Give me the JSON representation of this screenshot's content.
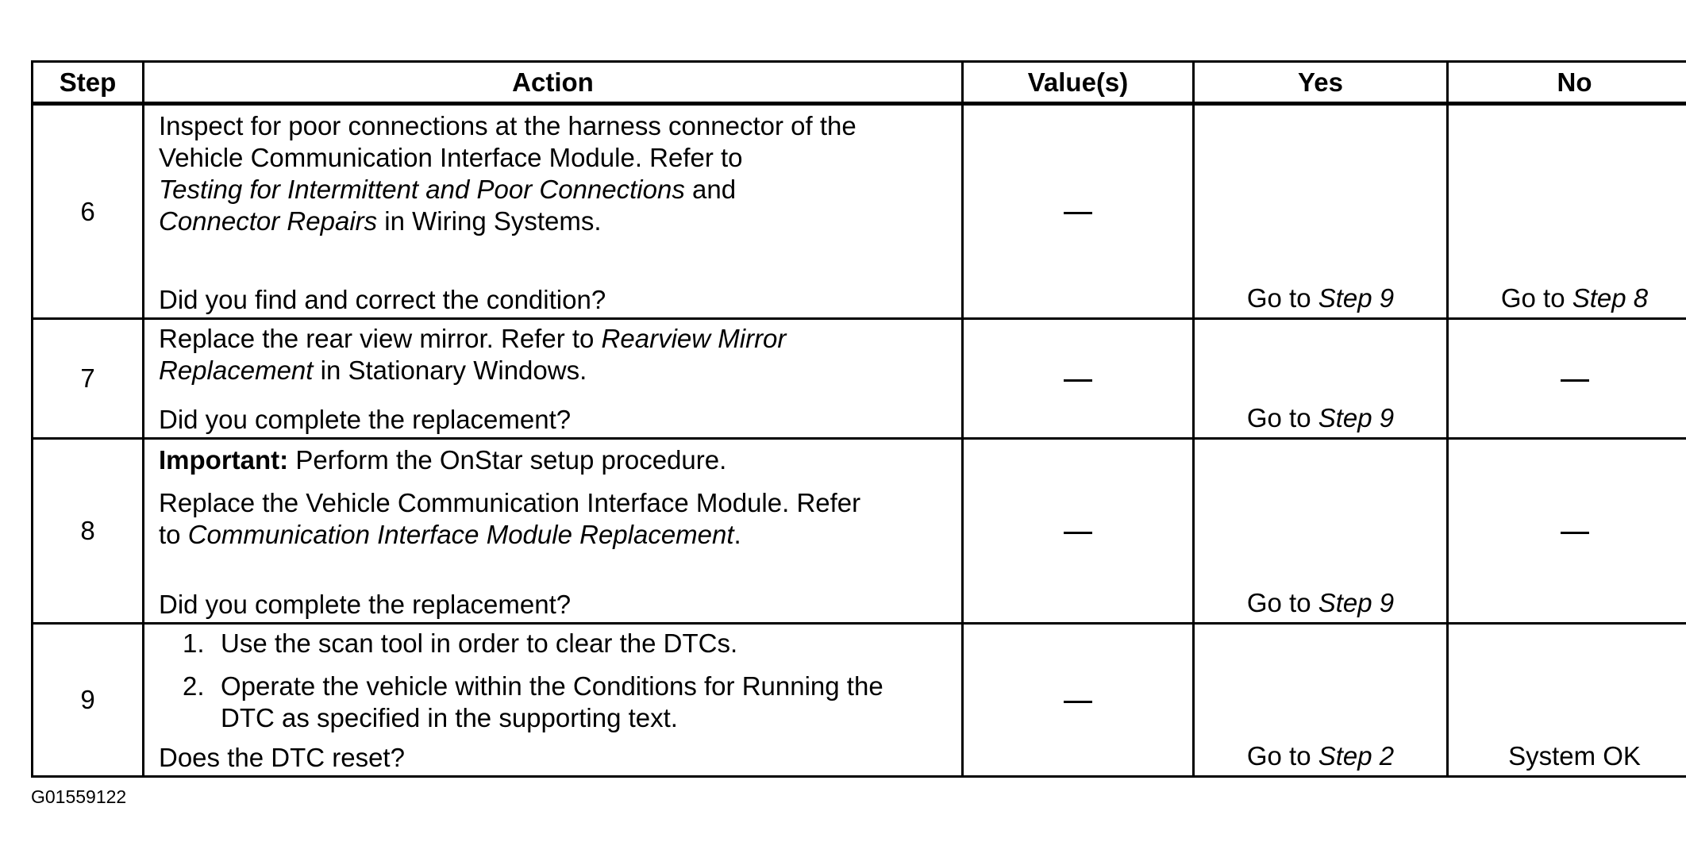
{
  "table": {
    "headers": {
      "step": "Step",
      "action": "Action",
      "values": "Value(s)",
      "yes": "Yes",
      "no": "No"
    },
    "rows": [
      {
        "step": "6",
        "action": {
          "p1_a": "Inspect for poor connections at the harness connector of the Vehicle Communication Interface Module. Refer to",
          "p1_b_italic": "Testing for Intermittent and Poor Connections",
          "p1_c": " and",
          "p1_d_italic": "Connector Repairs",
          "p1_e": " in Wiring Systems.",
          "question": "Did you find and correct the condition?"
        },
        "value": "—",
        "yes_prefix": "Go to ",
        "yes_ref": "Step 9",
        "no_prefix": "Go to ",
        "no_ref": "Step 8"
      },
      {
        "step": "7",
        "action": {
          "p1_a": "Replace the rear view mirror. Refer to ",
          "p1_b_italic": "Rearview Mirror Replacement",
          "p1_c": " in Stationary Windows.",
          "question": "Did you complete the replacement?"
        },
        "value": "—",
        "yes_prefix": "Go to ",
        "yes_ref": "Step 9",
        "no": "—"
      },
      {
        "step": "8",
        "action": {
          "important_label": "Important:",
          "important_text": " Perform the OnStar setup procedure.",
          "p1_a": "Replace the Vehicle Communication Interface Module. Refer to ",
          "p1_b_italic": "Communication Interface Module Replacement",
          "p1_c": ".",
          "question": "Did you complete the replacement?"
        },
        "value": "—",
        "yes_prefix": "Go to ",
        "yes_ref": "Step 9",
        "no": "—"
      },
      {
        "step": "9",
        "action": {
          "items": [
            {
              "num": "1.",
              "text": "Use the scan tool in order to clear the DTCs."
            },
            {
              "num": "2.",
              "text": "Operate the vehicle within the Conditions for Running the DTC as specified in the supporting text."
            }
          ],
          "question": "Does the DTC reset?"
        },
        "value": "—",
        "yes_prefix": "Go to ",
        "yes_ref": "Step 2",
        "no": "System OK"
      }
    ]
  },
  "figure_id": "G01559122"
}
